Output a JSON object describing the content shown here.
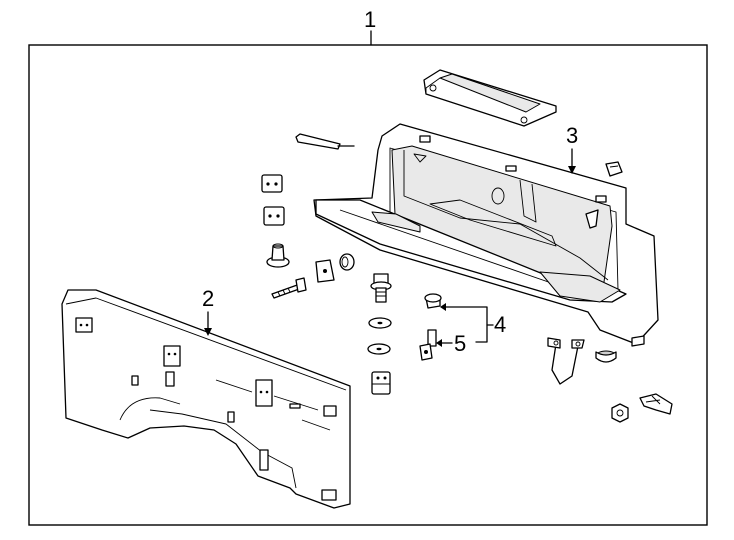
{
  "callouts": {
    "assembly": "1",
    "outer_panel": "2",
    "inner_panel": "3",
    "upper_part": "4",
    "lower_part": "5"
  }
}
